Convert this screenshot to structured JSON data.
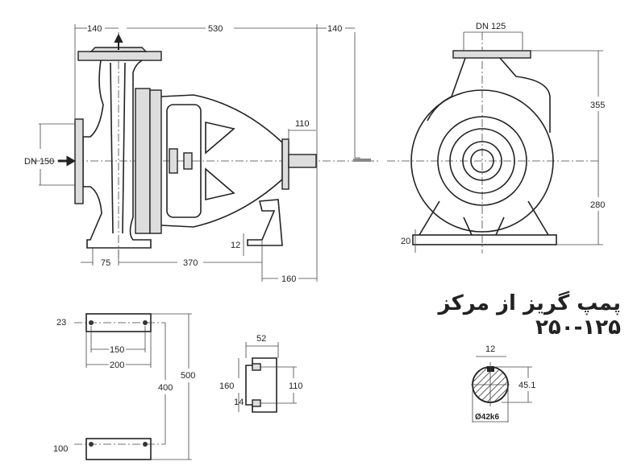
{
  "title": "پمپ گریز از مرکز ۱۲۵-۲۵۰",
  "side_view": {
    "dim_suction_offset": "140",
    "dim_length": "530",
    "dim_shaft_removal": "140",
    "dim_shaft_end": "110",
    "inlet_label": "DN 150",
    "dim_foot_height": "12",
    "dim_foot_left": "75",
    "dim_foot_spacing": "370",
    "dim_foot_right": "160"
  },
  "front_view": {
    "outlet_label": "DN 125",
    "dim_upper_height": "355",
    "dim_lower_height": "280",
    "dim_foot_thickness": "20"
  },
  "base_plates": {
    "dim_hole_offset": "23",
    "dim_hole_spacing": "150",
    "dim_plate_width": "200",
    "dim_plate_spacing": "400",
    "dim_total_length": "500",
    "dim_plate_height": "100"
  },
  "foot_detail": {
    "dim_width": "52",
    "dim_height": "160",
    "dim_slot_spacing": "110",
    "dim_slot": "14"
  },
  "shaft_section": {
    "dim_key_width": "12",
    "dim_key_depth": "45.1",
    "dim_diameter": "Ø42k6"
  }
}
